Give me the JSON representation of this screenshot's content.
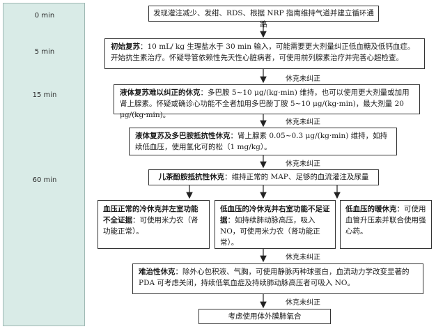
{
  "timeline": {
    "markers": [
      "0 min",
      "5 min",
      "15 min",
      "60 min"
    ]
  },
  "steps": {
    "s1": "发现灌注减少、发绀、RDS、根据 NRP 指南维持气道并建立循环通路",
    "s2_title": "初始复苏",
    "s2_body": "：10 mL/ kg 生理盐水于 30 min 输入，可能需要更大剂量纠正低血糖及低钙血症。开始抗生素治疗。怀疑导管依赖性先天性心脏病者，可使用前列腺素治疗并完善心超检查。",
    "s3_title": "液体复苏难以纠正的休克",
    "s3_body": "：多巴胺 5~10 μg/(kg·min) 维持，也可以使用更大剂量或加用肾上腺素。怀疑或确诊心功能不全者加用多巴酚丁胺 5~10 μg/(kg·min)，最大剂量 20 μg/(kg·min)。",
    "s4_title": "液体复苏及多巴胺抵抗性休克",
    "s4_body": "：肾上腺素 0.05~0.3 μg/(kg·min) 维持，如持续低血压，使用氢化可的松（1 mg/kg）。",
    "s5_title": "儿茶酚胺抵抗性休克",
    "s5_body": "：维持正常的 MAP、足够的血流灌注及尿量",
    "b1_title": "血压正常的冷休克并左室功能不全证据",
    "b1_body": "：可使用米力农（肾功能正常）。",
    "b2_title": "低血压的冷休克并右室功能不足证据",
    "b2_body": "：如持续肺动脉高压，吸入 NO，可使用米力农（肾功能正常）。",
    "b3_title": "低血压的暖休克",
    "b3_body": "：可使用血管升压素并联合使用强心药。",
    "s6_title": "难治性休克",
    "s6_body": "：除外心包积液、气胸，可使用静脉丙种球蛋白，血流动力学改变显著的 PDA 可考虑关闭，持续低氧血症及持续肺动脉高压者可吸入 NO。",
    "s7": "考虑使用体外膜肺氧合"
  },
  "conditions": {
    "c1": "休克未纠正",
    "c2": "休克未纠正",
    "c3": "休克未纠正",
    "c4": "休克未纠正",
    "c5": "休克未纠正"
  }
}
